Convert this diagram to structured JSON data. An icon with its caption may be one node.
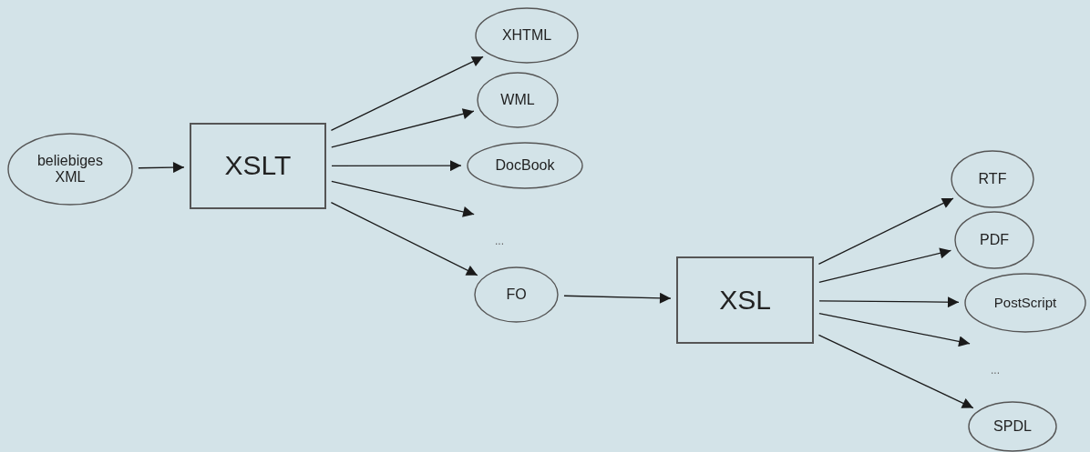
{
  "diagram": {
    "nodes": [
      {
        "text": [
          "beliebiges XML"
        ]
      },
      {
        "text": [
          "XSLT"
        ]
      },
      {
        "text": [
          "XHTML"
        ]
      },
      {
        "text": [
          "WML"
        ]
      },
      {
        "text": [
          "DocBook"
        ]
      },
      {
        "text": [
          "..."
        ]
      },
      {
        "text": [
          "FO"
        ]
      },
      {
        "text": [
          "XSL"
        ]
      },
      {
        "text": [
          "RTF"
        ]
      },
      {
        "text": [
          "PDF"
        ]
      },
      {
        "text": [
          "PostScript"
        ]
      },
      {
        "text": [
          "..."
        ]
      },
      {
        "text": [
          "SPDL"
        ]
      }
    ],
    "edges": [
      {
        "from": 0,
        "to": 1,
        "arrow": "to"
      },
      {
        "from": 1,
        "to": 2,
        "arrow": "to"
      },
      {
        "from": 1,
        "to": 3,
        "arrow": "to"
      },
      {
        "from": 1,
        "to": 4,
        "arrow": "to"
      },
      {
        "from": 1,
        "to": 5,
        "arrow": "to"
      },
      {
        "from": 1,
        "to": 6,
        "arrow": "to"
      },
      {
        "from": 6,
        "to": 7,
        "arrow": "to"
      },
      {
        "from": 7,
        "to": 8,
        "arrow": "to"
      },
      {
        "from": 7,
        "to": 9,
        "arrow": "to"
      },
      {
        "from": 7,
        "to": 10,
        "arrow": "to"
      },
      {
        "from": 7,
        "to": 11,
        "arrow": "to"
      },
      {
        "from": 7,
        "to": 12,
        "arrow": "to"
      }
    ]
  }
}
